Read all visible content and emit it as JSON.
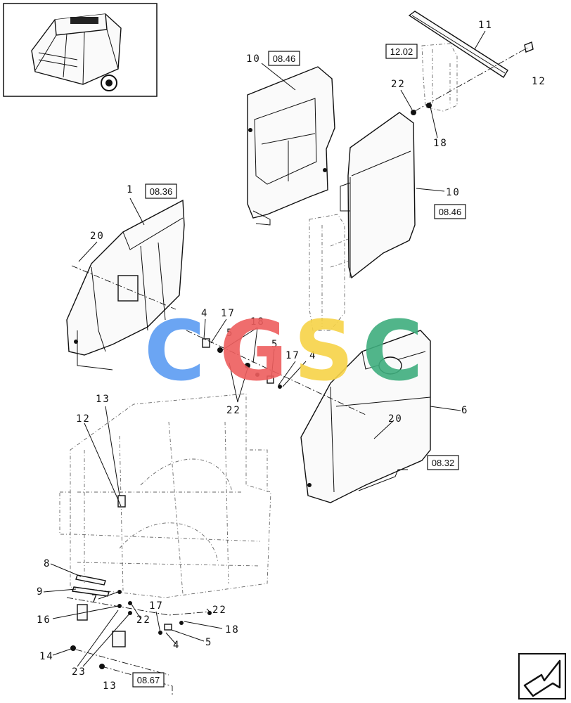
{
  "diagram": {
    "references": [
      {
        "id": "ref-08-46-top",
        "text": "08.46"
      },
      {
        "id": "ref-12-02",
        "text": "12.02"
      },
      {
        "id": "ref-08-36",
        "text": "08.36"
      },
      {
        "id": "ref-08-46-right",
        "text": "08.46"
      },
      {
        "id": "ref-08-32",
        "text": "08.32"
      },
      {
        "id": "ref-08-67",
        "text": "08.67"
      }
    ],
    "callouts": [
      "11",
      "12",
      "10",
      "22",
      "18",
      "10",
      "1",
      "20",
      "4",
      "17",
      "18",
      "5",
      "5",
      "17",
      "4",
      "22",
      "6",
      "20",
      "13",
      "12",
      "8",
      "9",
      "7",
      "16",
      "22",
      "17",
      "22",
      "18",
      "5",
      "4",
      "14",
      "23",
      "13"
    ],
    "watermark": {
      "letters": [
        "C",
        "G",
        "S",
        "C"
      ],
      "colors": [
        "#5b9cf2",
        "#ee5e5e",
        "#f7d348",
        "#3fae7e"
      ]
    },
    "nav": {
      "icon": "next-page-arrow-icon"
    }
  }
}
